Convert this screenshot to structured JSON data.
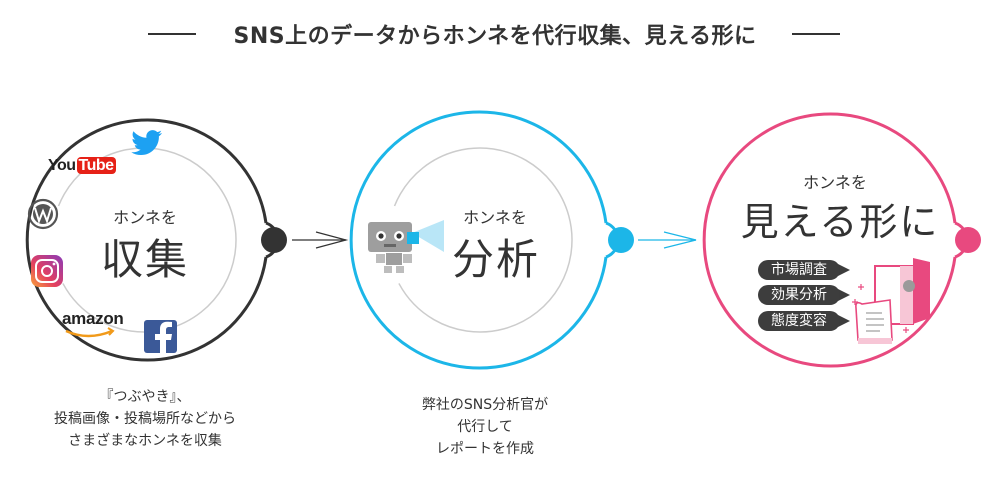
{
  "title": "SNS上のデータからホンネを代行収集、見える形に",
  "steps": [
    {
      "sub": "ホンネを",
      "main": "収集",
      "caption": [
        "『つぶやき』、",
        "投稿画像・投稿場所などから",
        "さまざまなホンネを収集"
      ],
      "color": "#333333"
    },
    {
      "sub": "ホンネを",
      "main": "分析",
      "caption": [
        "弊社のSNS分析官が",
        "代行して",
        "レポートを作成"
      ],
      "color": "#1cb6e8"
    },
    {
      "sub": "ホンネを",
      "main": "見える形に",
      "color": "#e8497f",
      "tags": [
        "市場調査",
        "効果分析",
        "態度変容"
      ]
    }
  ],
  "logos": {
    "youtube_you": "You",
    "youtube_tube": "Tube",
    "amazon": "amazon",
    "facebook": "f"
  },
  "icons": [
    "twitter-icon",
    "youtube-logo",
    "wordpress-icon",
    "instagram-icon",
    "amazon-logo",
    "facebook-icon",
    "robot-icon",
    "door-icon",
    "document-icon"
  ]
}
